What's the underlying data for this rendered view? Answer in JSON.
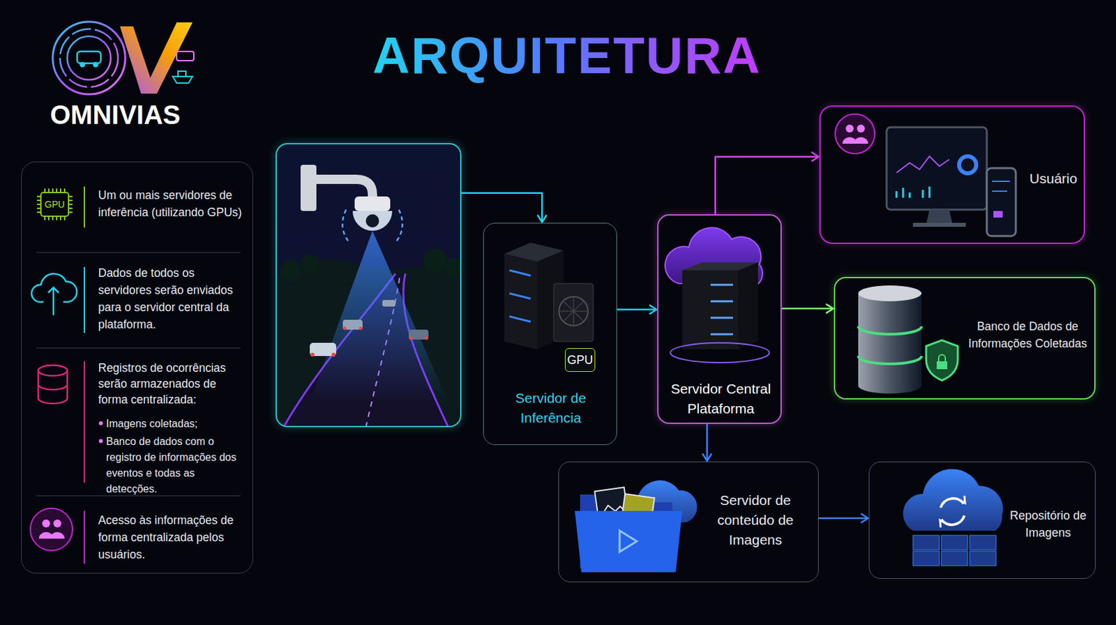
{
  "diagram": {
    "title": "ARQUITETURA",
    "nodes": [
      {
        "text": [
          "Um ou mais servidores de inferência (utilizando GPUs)",
          "Dados de todos os servidores serão enviados para o servidor central da plataforma.",
          "Registros de ocorrências serão armazenados de forma centralizada:",
          "Imagens coletadas;",
          "Banco de dados com o registro de informações dos eventos e todas as detecções.",
          "Acesso às informações de forma centralizada pelos usuários."
        ]
      },
      {
        "text": []
      },
      {
        "text": [
          "Servidor de Inferência"
        ]
      },
      {
        "text": [
          "Servidor Central Plataforma"
        ]
      },
      {
        "text": [
          "Usuário"
        ]
      },
      {
        "text": [
          "Banco de Dados de Informações Coletadas"
        ]
      },
      {
        "text": [
          "Servidor de conteúdo de Imagens"
        ]
      },
      {
        "text": [
          "Repositório de Imagens"
        ]
      }
    ],
    "edges": [
      {
        "from": 1,
        "to": 2,
        "arrow": "to"
      },
      {
        "from": 2,
        "to": 3,
        "arrow": "to"
      },
      {
        "from": 3,
        "to": 4,
        "arrow": "to"
      },
      {
        "from": 3,
        "to": 5,
        "arrow": "to"
      },
      {
        "from": 3,
        "to": 6,
        "arrow": "to"
      },
      {
        "from": 6,
        "to": 7,
        "arrow": "to"
      }
    ],
    "labels": [
      "OMNIVIAS",
      "GPU",
      "GPU"
    ]
  }
}
